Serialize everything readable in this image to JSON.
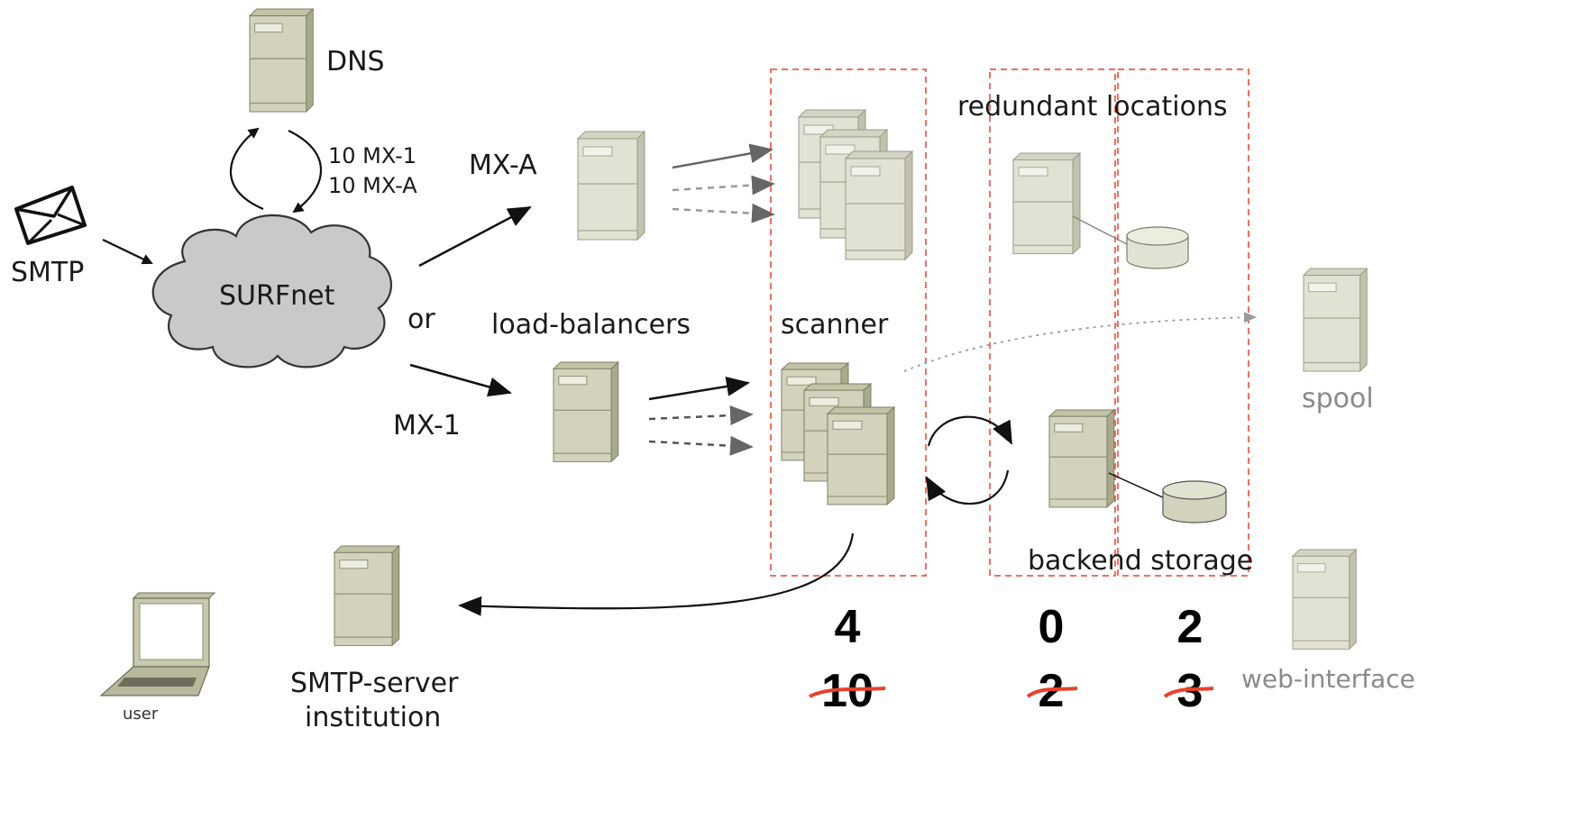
{
  "labels": {
    "dns": "DNS",
    "mx_records": [
      "10 MX-1",
      "10 MX-A"
    ],
    "smtp": "SMTP",
    "cloud": "SURFnet",
    "or": "or",
    "mx_a": "MX-A",
    "mx_1": "MX-1",
    "load_balancers": "load-balancers",
    "scanner": "scanner",
    "redundant_locations": "redundant locations",
    "backend_storage": "backend storage",
    "spool": "spool",
    "web_interface": "web-interface",
    "user": "user",
    "smtp_server": [
      "SMTP-server",
      "institution"
    ]
  },
  "counts": [
    {
      "current": "4",
      "previous": "10"
    },
    {
      "current": "0",
      "previous": "2"
    },
    {
      "current": "2",
      "previous": "3"
    }
  ],
  "colors": {
    "server_face": "#d3d3bd",
    "server_side": "#a9a98c",
    "server_top": "#c2c2a6",
    "dashed_box": "#e8412c",
    "strike": "#e8412c",
    "cloud": "#c9c9c9"
  }
}
